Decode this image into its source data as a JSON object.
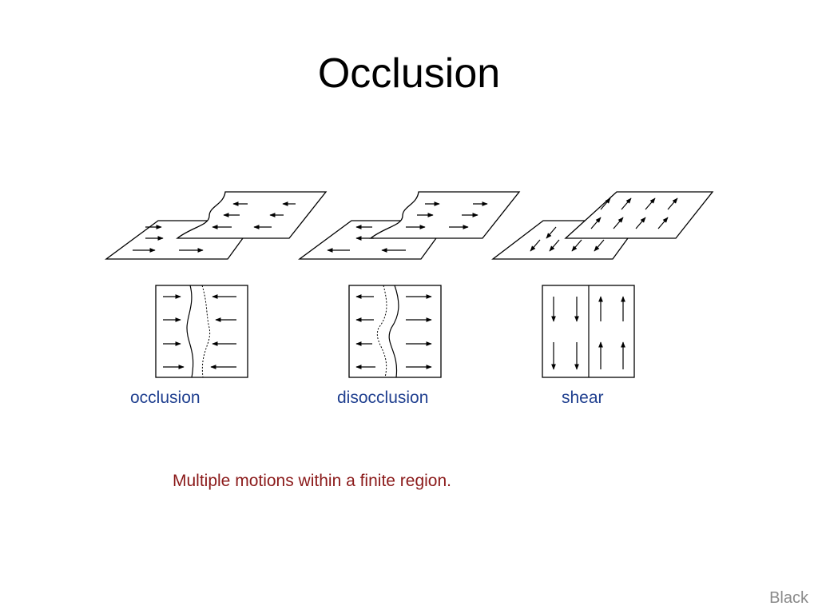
{
  "slide": {
    "title": "Occlusion",
    "captions": [
      "occlusion",
      "disocclusion",
      "shear"
    ],
    "note": "Multiple motions within a finite region.",
    "footer": "Black"
  },
  "colors": {
    "caption": "#1f3f8f",
    "note": "#8b1a1a",
    "footer": "#8a8a8a"
  }
}
